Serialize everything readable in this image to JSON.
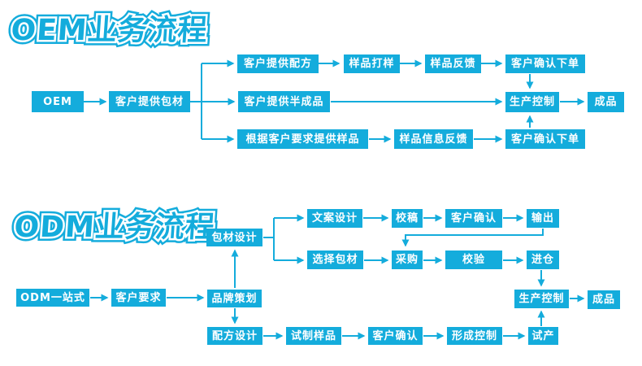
{
  "colors": {
    "accent": "#14acdc",
    "box_text": "#ffffff",
    "background": "#ffffff"
  },
  "sections": {
    "oem": {
      "title": "OEM业务流程",
      "nodes": {
        "oem_start": {
          "label": "OEM"
        },
        "oem_pack": {
          "label": "客户提供包材"
        },
        "oem_formula": {
          "label": "客户提供配方"
        },
        "oem_sample_make": {
          "label": "样品打样"
        },
        "oem_sample_fb": {
          "label": "样品反馈"
        },
        "oem_confirm1": {
          "label": "客户确认下单"
        },
        "oem_semi": {
          "label": "客户提供半成品"
        },
        "oem_prod": {
          "label": "生产控制"
        },
        "oem_done": {
          "label": "成品"
        },
        "oem_req_sample": {
          "label": "根据客户要求提供样品"
        },
        "oem_info_fb": {
          "label": "样品信息反馈"
        },
        "oem_confirm2": {
          "label": "客户确认下单"
        }
      },
      "flows": [
        "OEM → 客户提供包材",
        "客户提供包材 → 客户提供配方 / 客户提供半成品 / 根据客户要求提供样品",
        "客户提供配方 → 样品打样 → 样品反馈 → 客户确认下单 → 生产控制",
        "客户提供半成品 → 生产控制",
        "根据客户要求提供样品 → 样品信息反馈 → 客户确认下单 → 生产控制",
        "生产控制 → 成品"
      ]
    },
    "odm": {
      "title": "ODM业务流程",
      "nodes": {
        "odm_pack_design": {
          "label": "包材设计"
        },
        "odm_copy": {
          "label": "文案设计"
        },
        "odm_proof": {
          "label": "校稿"
        },
        "odm_confirm1": {
          "label": "客户确认"
        },
        "odm_output": {
          "label": "输出"
        },
        "odm_select": {
          "label": "选择包材"
        },
        "odm_purchase": {
          "label": "采购"
        },
        "odm_verify": {
          "label": "校验"
        },
        "odm_warehouse": {
          "label": "进仓"
        },
        "odm_start": {
          "label": "ODM一站式"
        },
        "odm_req": {
          "label": "客户要求"
        },
        "odm_brand": {
          "label": "品牌策划"
        },
        "odm_prod": {
          "label": "生产控制"
        },
        "odm_done": {
          "label": "成品"
        },
        "odm_formula": {
          "label": "配方设计"
        },
        "odm_trial_sample": {
          "label": "试制样品"
        },
        "odm_confirm2": {
          "label": "客户确认"
        },
        "odm_form_ctrl": {
          "label": "形成控制"
        },
        "odm_trial_prod": {
          "label": "试产"
        }
      },
      "flows": [
        "ODM一站式 → 客户要求 → 品牌策划",
        "品牌策划 → 包材设计",
        "品牌策划 → 配方设计",
        "包材设计 → 文案设计 / 选择包材",
        "文案设计 → 校稿 → 客户确认 → 输出 → 采购",
        "选择包材 → 采购 → 校验 → 进仓 → 生产控制",
        "配方设计 → 试制样品 → 客户确认 → 形成控制 → 试产 → 生产控制",
        "生产控制 → 成品"
      ]
    }
  }
}
